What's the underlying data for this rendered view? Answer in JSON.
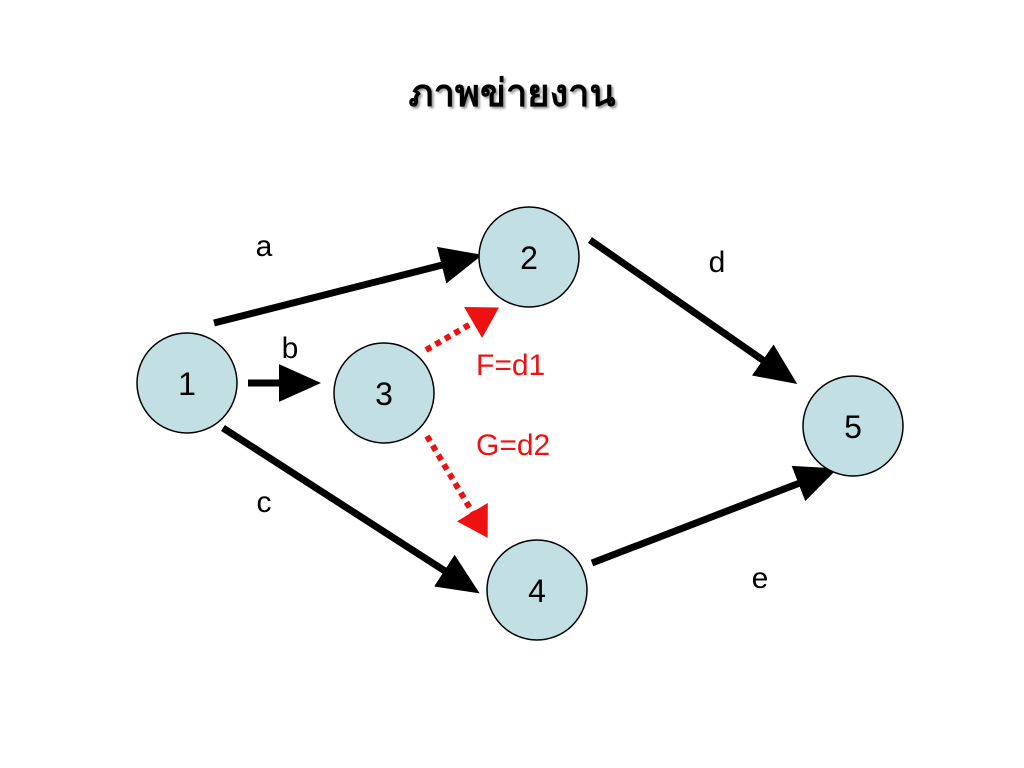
{
  "title": "ภาพข่ายงาน",
  "colors": {
    "node_fill": "#c2e0e3",
    "node_stroke": "#000000",
    "edge": "#000000",
    "dummy_edge": "#ee1111"
  },
  "nodes": [
    {
      "id": "1",
      "label": "1"
    },
    {
      "id": "2",
      "label": "2"
    },
    {
      "id": "3",
      "label": "3"
    },
    {
      "id": "4",
      "label": "4"
    },
    {
      "id": "5",
      "label": "5"
    }
  ],
  "edges": [
    {
      "id": "a",
      "from": "1",
      "to": "2",
      "label": "a",
      "dummy": false
    },
    {
      "id": "b",
      "from": "1",
      "to": "3",
      "label": "b",
      "dummy": false
    },
    {
      "id": "c",
      "from": "1",
      "to": "4",
      "label": "c",
      "dummy": false
    },
    {
      "id": "d",
      "from": "2",
      "to": "5",
      "label": "d",
      "dummy": false
    },
    {
      "id": "e",
      "from": "4",
      "to": "5",
      "label": "e",
      "dummy": false
    },
    {
      "id": "f",
      "from": "3",
      "to": "2",
      "label": "F=d1",
      "dummy": true
    },
    {
      "id": "g",
      "from": "3",
      "to": "4",
      "label": "G=d2",
      "dummy": true
    }
  ]
}
